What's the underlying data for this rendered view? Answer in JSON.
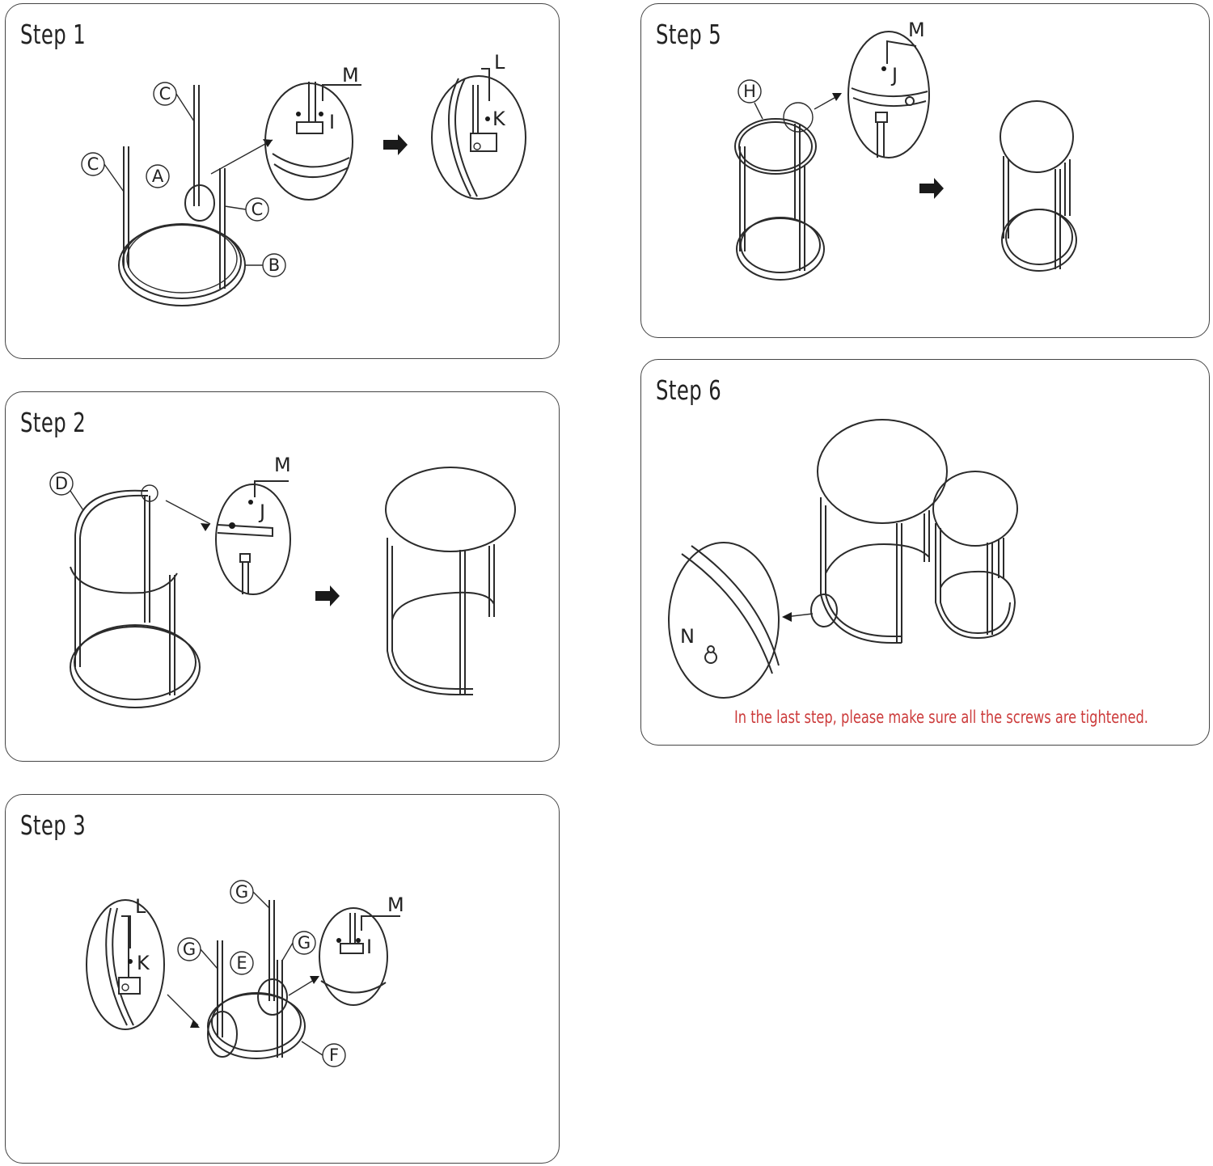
{
  "steps": [
    {
      "title": "Step 1",
      "labels": {
        "c1": "C",
        "c2": "C",
        "c3": "C",
        "a": "A",
        "b": "B",
        "m": "M",
        "i": "I",
        "l": "L",
        "k": "K"
      }
    },
    {
      "title": "Step 2",
      "labels": {
        "d": "D",
        "m": "M",
        "j": "J"
      }
    },
    {
      "title": "Step 3",
      "labels": {
        "l": "L",
        "k": "K",
        "g1": "G",
        "g2": "G",
        "g3": "G",
        "e": "E",
        "f": "F",
        "m": "M",
        "i": "I"
      }
    },
    {
      "title": "Step 5",
      "labels": {
        "h": "H",
        "m": "M",
        "j": "J"
      }
    },
    {
      "title": "Step 6",
      "labels": {
        "n": "N"
      },
      "note": "In the last step, please make sure all the screws are tightened."
    }
  ],
  "colors": {
    "note": "#cc3b3b",
    "line": "#2b2b2b"
  }
}
